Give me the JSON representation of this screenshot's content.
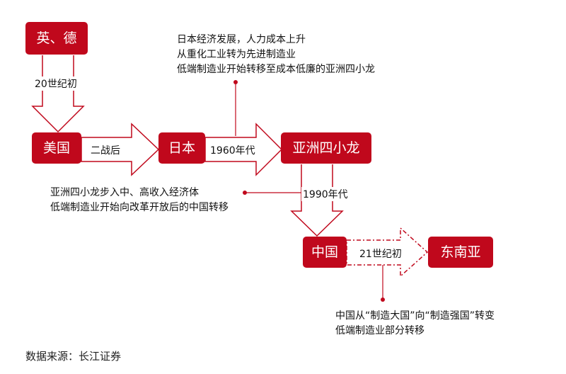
{
  "nodes": {
    "uk_de": "英、德",
    "usa": "美国",
    "japan": "日本",
    "four_dragons": "亚洲四小龙",
    "china": "中国",
    "sea": "东南亚"
  },
  "arrows": {
    "a1": "20世纪初",
    "a2": "二战后",
    "a3": "1960年代",
    "a4": "1990年代",
    "a5": "21世纪初"
  },
  "notes": {
    "japan": [
      "日本经济发展，人力成本上升",
      "从重化工业转为先进制造业",
      "低端制造业开始转移至成本低廉的亚洲四小龙"
    ],
    "dragons": [
      "亚洲四小龙步入中、高收入经济体",
      "低端制造业开始向改革开放后的中国转移"
    ],
    "china": [
      "中国从“制造大国”向“制造强国”转变",
      "低端制造业部分转移"
    ]
  },
  "source": "数据来源：长江证券",
  "colors": {
    "accent": "#c0081c",
    "line": "#c0081c"
  }
}
